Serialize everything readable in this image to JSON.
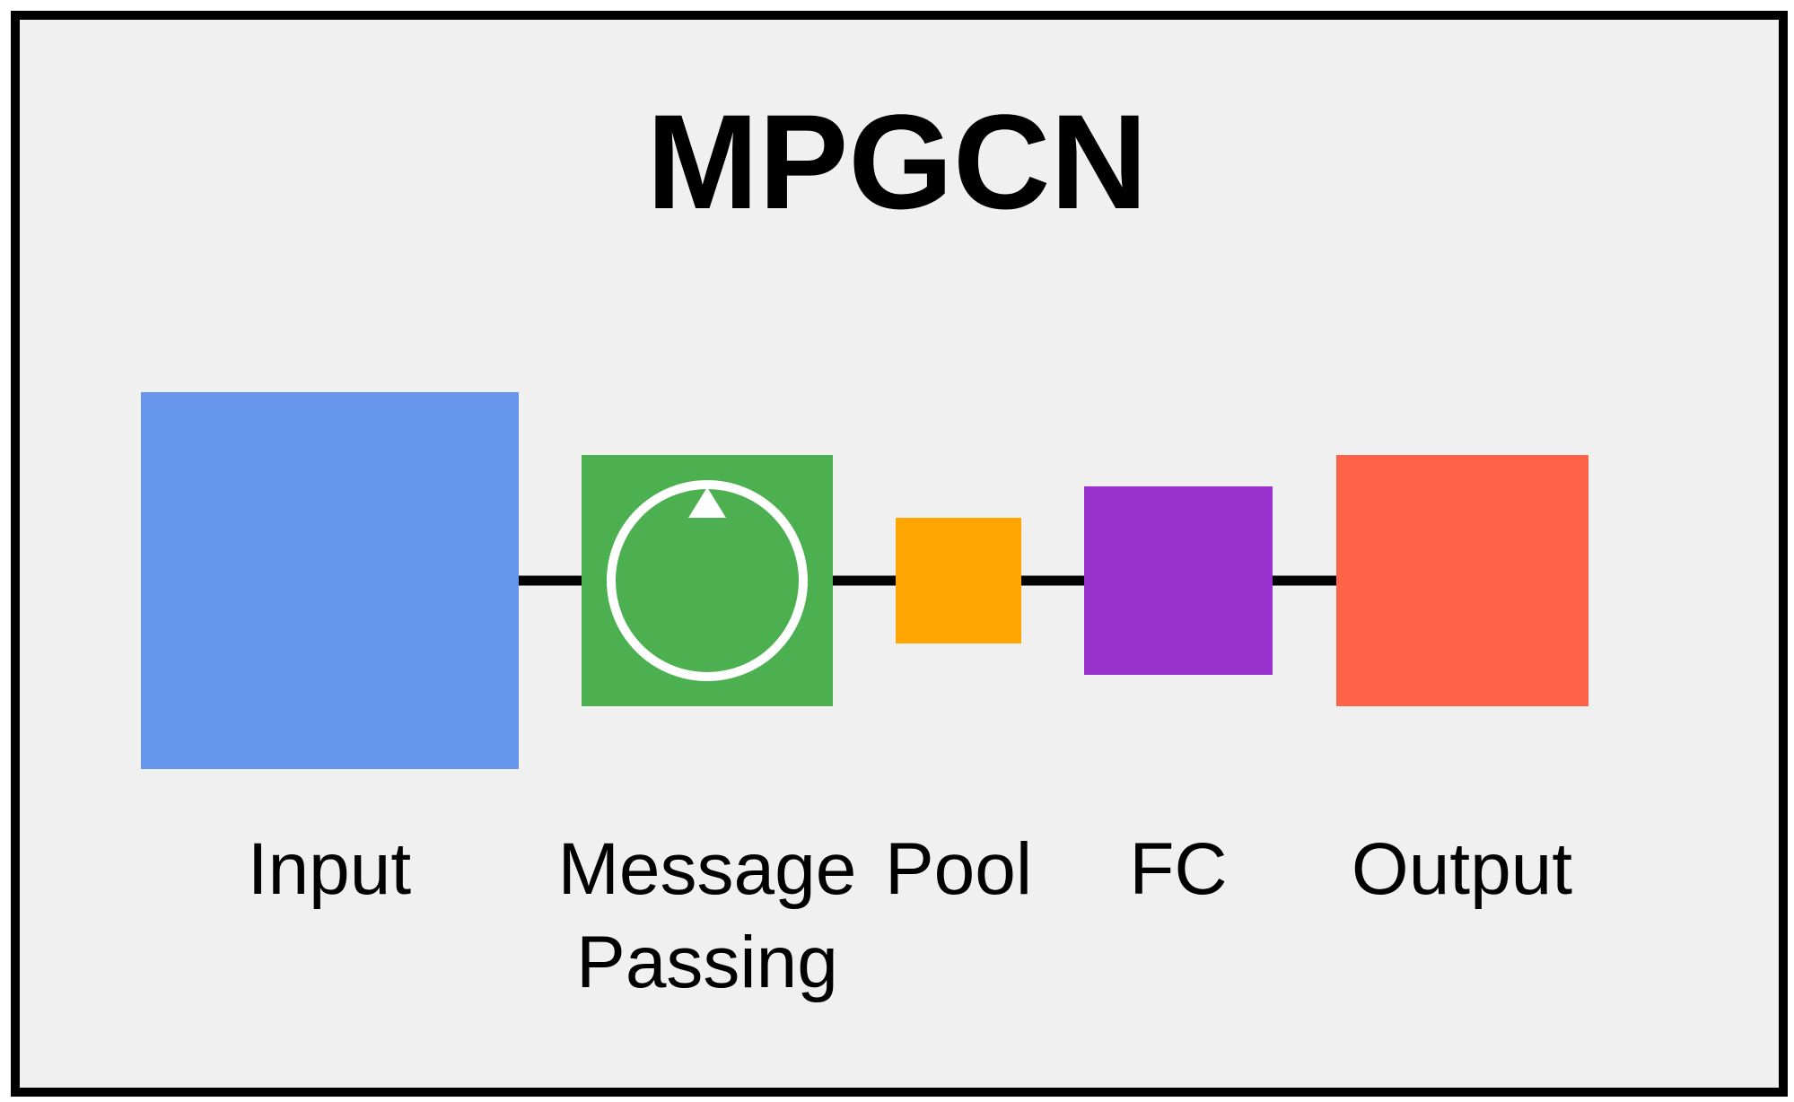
{
  "title": "MPGCN",
  "colors": {
    "frame_border": "#000000",
    "background": "#f0f0f0",
    "connector": "#000000",
    "input": "#6696eb",
    "message_passing": "#4caf50",
    "pool": "#ffa500",
    "fc": "#9932cc",
    "output": "#ff6347",
    "icon_stroke": "#ffffff"
  },
  "layers": [
    {
      "id": "input",
      "label": "Input"
    },
    {
      "id": "message_passing",
      "label": "Message Passing",
      "label_lines": [
        "Message",
        "Passing"
      ],
      "icon": "circular-arrow-icon"
    },
    {
      "id": "pool",
      "label": "Pool"
    },
    {
      "id": "fc",
      "label": "FC"
    },
    {
      "id": "output",
      "label": "Output"
    }
  ]
}
